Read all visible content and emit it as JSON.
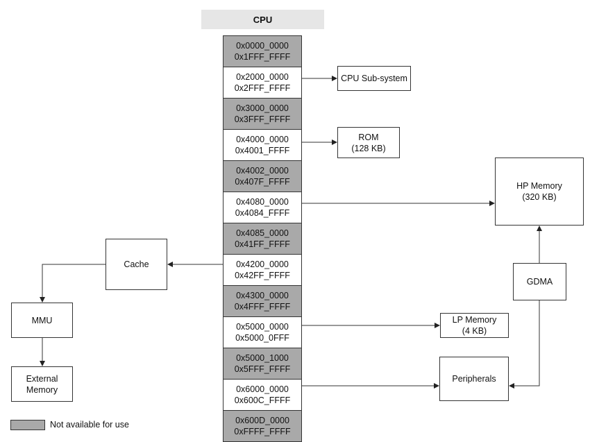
{
  "cpu_label": "CPU",
  "regions": [
    {
      "start": "0x0000_0000",
      "end": "0x1FFF_FFFF",
      "available": false
    },
    {
      "start": "0x2000_0000",
      "end": "0x2FFF_FFFF",
      "available": true
    },
    {
      "start": "0x3000_0000",
      "end": "0x3FFF_FFFF",
      "available": false
    },
    {
      "start": "0x4000_0000",
      "end": "0x4001_FFFF",
      "available": true
    },
    {
      "start": "0x4002_0000",
      "end": "0x407F_FFFF",
      "available": false
    },
    {
      "start": "0x4080_0000",
      "end": "0x4084_FFFF",
      "available": true
    },
    {
      "start": "0x4085_0000",
      "end": "0x41FF_FFFF",
      "available": false
    },
    {
      "start": "0x4200_0000",
      "end": "0x42FF_FFFF",
      "available": true
    },
    {
      "start": "0x4300_0000",
      "end": "0x4FFF_FFFF",
      "available": false
    },
    {
      "start": "0x5000_0000",
      "end": "0x5000_0FFF",
      "available": true
    },
    {
      "start": "0x5000_1000",
      "end": "0x5FFF_FFFF",
      "available": false
    },
    {
      "start": "0x6000_0000",
      "end": "0x600C_FFFF",
      "available": true
    },
    {
      "start": "0x600D_0000",
      "end": "0xFFFF_FFFF",
      "available": false
    }
  ],
  "blocks": {
    "cpu_subsystem": {
      "line1": "CPU Sub-system"
    },
    "rom": {
      "line1": "ROM",
      "line2": "(128 KB)"
    },
    "hp_memory": {
      "line1": "HP Memory",
      "line2": "(320 KB)"
    },
    "gdma": {
      "line1": "GDMA"
    },
    "lp_memory": {
      "line1": "LP Memory",
      "line2": "(4 KB)"
    },
    "peripherals": {
      "line1": "Peripherals"
    },
    "cache": {
      "line1": "Cache"
    },
    "mmu": {
      "line1": "MMU"
    },
    "external_memory": {
      "line1": "External",
      "line2": "Memory"
    }
  },
  "legend": {
    "label": "Not available for use"
  }
}
